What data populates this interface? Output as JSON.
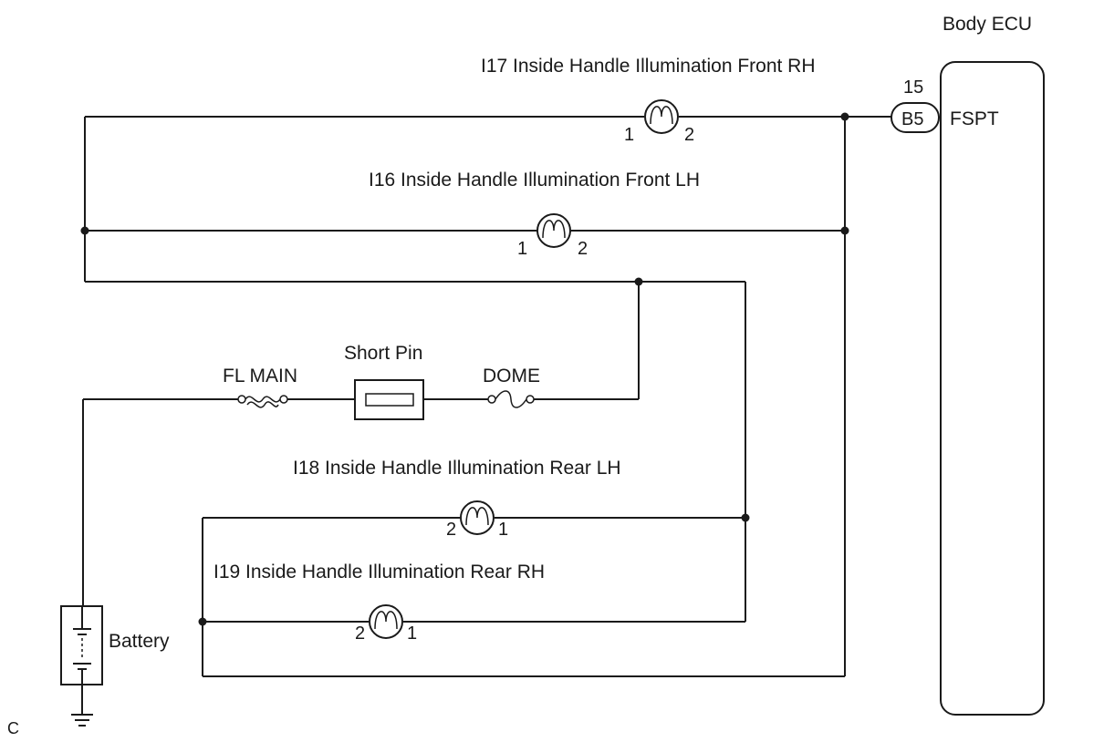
{
  "ecu": {
    "name": "Body ECU",
    "pin_number": "15",
    "connector": "B5",
    "terminal": "FSPT"
  },
  "lamps": [
    {
      "label": "I17 Inside Handle Illumination Front RH",
      "pin_left": "1",
      "pin_right": "2"
    },
    {
      "label": "I16 Inside Handle Illumination Front LH",
      "pin_left": "1",
      "pin_right": "2"
    },
    {
      "label": "I18 Inside Handle Illumination Rear LH",
      "pin_left": "2",
      "pin_right": "1"
    },
    {
      "label": "I19 Inside Handle Illumination Rear RH",
      "pin_left": "2",
      "pin_right": "1"
    }
  ],
  "fuses": {
    "fl_main": "FL MAIN",
    "short_pin": "Short Pin",
    "dome": "DOME"
  },
  "battery": {
    "label": "Battery"
  },
  "corner_mark": "C"
}
